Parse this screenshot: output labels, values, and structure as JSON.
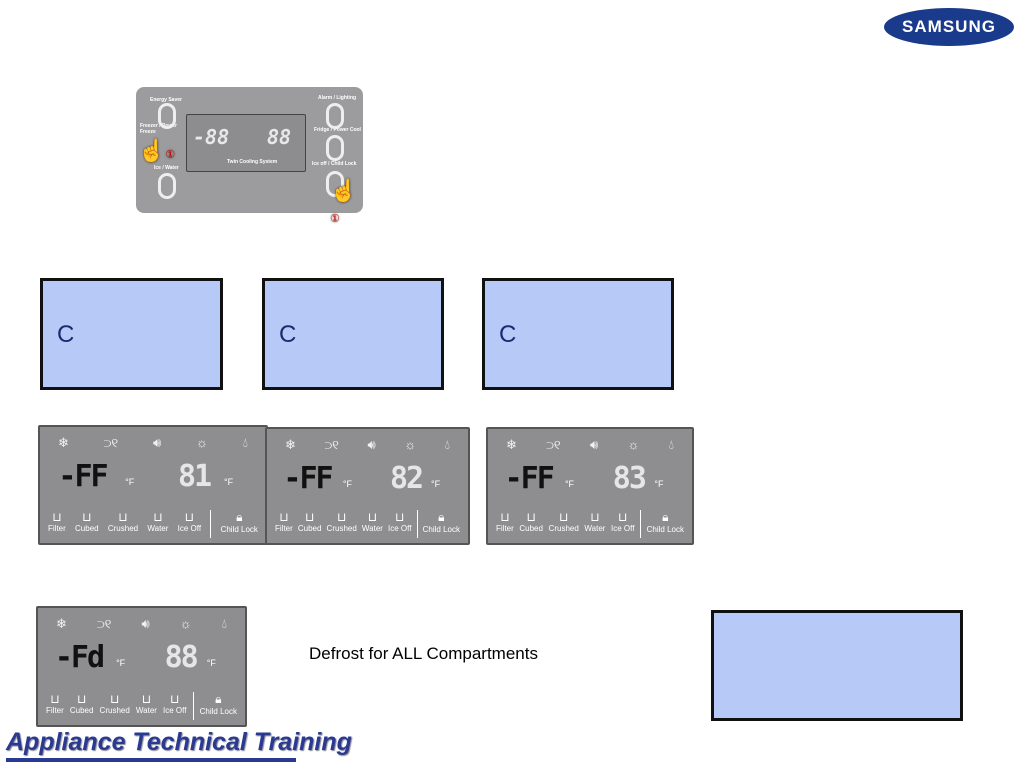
{
  "brand": "SAMSUNG",
  "control_panel": {
    "labels": [
      "Energy Saver",
      "Freezer / Power Freeze",
      "Ice / Water",
      "Alarm / Lighting",
      "Fridge / Power Cool",
      "Ice off / Child Lock"
    ],
    "display_left": "-88",
    "display_right": "88",
    "system": "Twin Cooling System",
    "step_marker": "①"
  },
  "boxes": [
    {
      "text": "C"
    },
    {
      "text": "C"
    },
    {
      "text": "C"
    },
    {
      "text": ""
    }
  ],
  "displays": [
    {
      "left": "-FF",
      "right": "81",
      "unit": "°F"
    },
    {
      "left": "-FF",
      "right": "82",
      "unit": "°F"
    },
    {
      "left": "-FF",
      "right": "83",
      "unit": "°F"
    },
    {
      "left": "-Fd",
      "right": "88",
      "unit": "°F"
    }
  ],
  "panel_labels": {
    "filter": "Filter",
    "cubed": "Cubed",
    "crushed": "Crushed",
    "water": "Water",
    "ice_off": "Ice Off",
    "child_lock": "Child Lock"
  },
  "caption": "Defrost for ALL Compartments",
  "footer": "Appliance Technical Training"
}
